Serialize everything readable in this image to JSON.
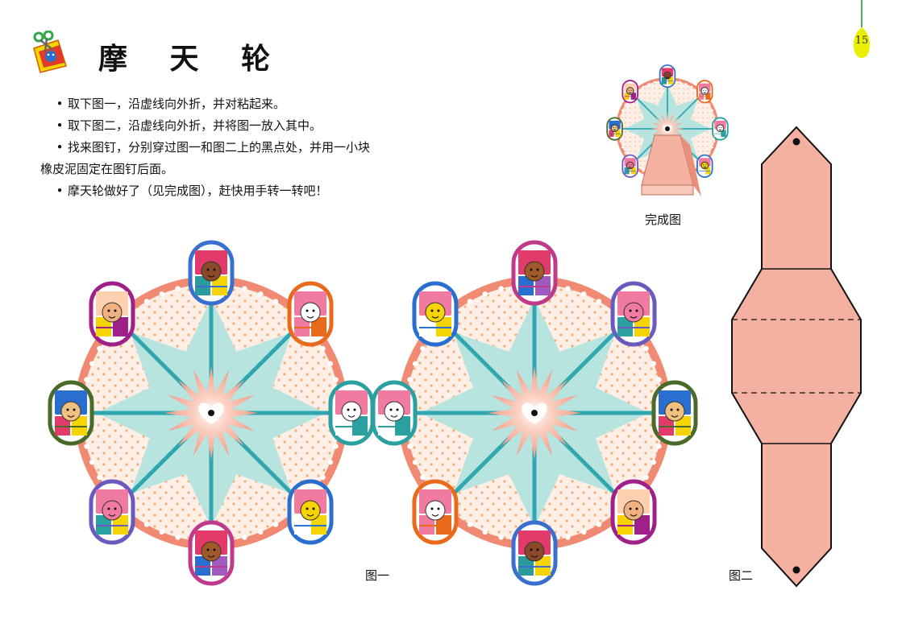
{
  "page": {
    "title": "摩 天 轮",
    "page_number": "15"
  },
  "instructions": [
    "取下图一，沿虚线向外折，并对粘起来。",
    "取下图二，沿虚线向外折，并将图一放入其中。",
    "找来图钉，分别穿过图一和图二上的黑点处，并用一小块",
    "橡皮泥固定在图钉后面。",
    "摩天轮做好了（见完成图），赶快用手转一转吧！"
  ],
  "captions": {
    "finished": "完成图",
    "figure1": "图一",
    "figure2": "图二"
  },
  "colors": {
    "wheel_rim": "#f08a72",
    "wheel_fill": "#fdeee6",
    "dots": "#f0b07a",
    "spokes": "#2fa6b0",
    "star": "#b8e4df",
    "hub": "#f4a08a",
    "template_fill": "#f4b0a0",
    "template_stroke": "#111111",
    "page_marker": "#e8f000"
  },
  "icons": {
    "title": "scissors-paper-craft-icon",
    "page_marker": "yellow-drop-icon"
  }
}
